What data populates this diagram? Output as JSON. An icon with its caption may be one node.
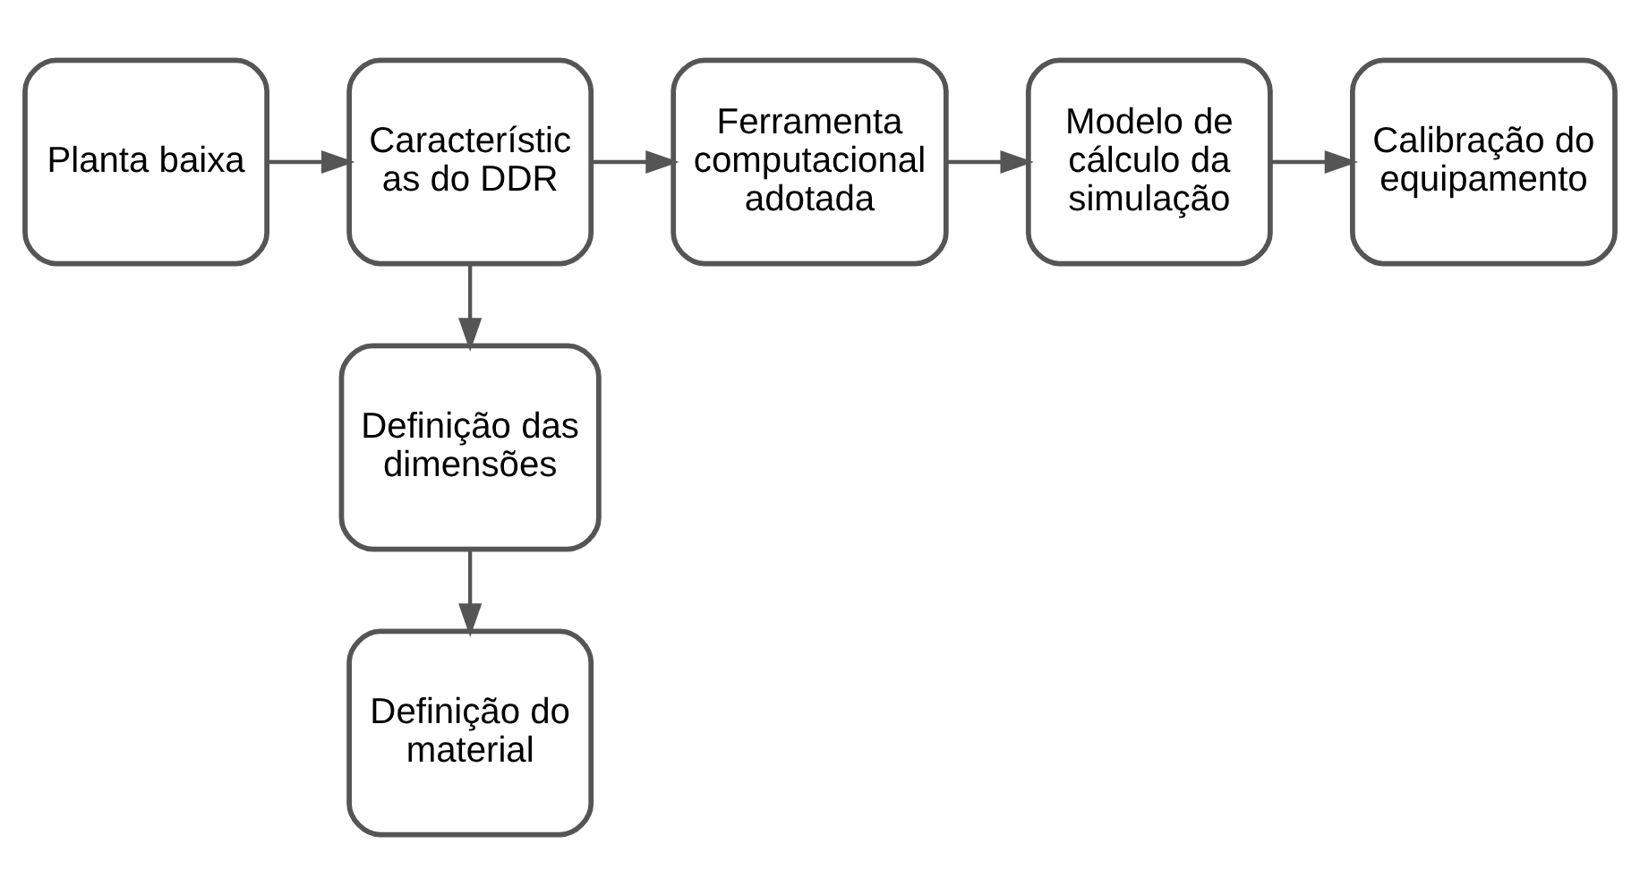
{
  "diagram": {
    "nodes": [
      {
        "text": [
          "Planta baixa"
        ]
      },
      {
        "text": [
          "Características do DDR"
        ]
      },
      {
        "text": [
          "Ferramenta computacional adotada"
        ]
      },
      {
        "text": [
          "Modelo de cálculo da simulação"
        ]
      },
      {
        "text": [
          "Calibração do equipamento"
        ]
      },
      {
        "text": [
          "Definição das dimensões"
        ]
      },
      {
        "text": [
          "Definição do material"
        ]
      }
    ],
    "edges": [
      {
        "from": 0,
        "to": 1,
        "arrow": "to"
      },
      {
        "from": 1,
        "to": 2,
        "arrow": "to"
      },
      {
        "from": 2,
        "to": 3,
        "arrow": "to"
      },
      {
        "from": 3,
        "to": 4,
        "arrow": "to"
      },
      {
        "from": 1,
        "to": 5,
        "arrow": "to"
      },
      {
        "from": 5,
        "to": 6,
        "arrow": "to"
      }
    ]
  }
}
